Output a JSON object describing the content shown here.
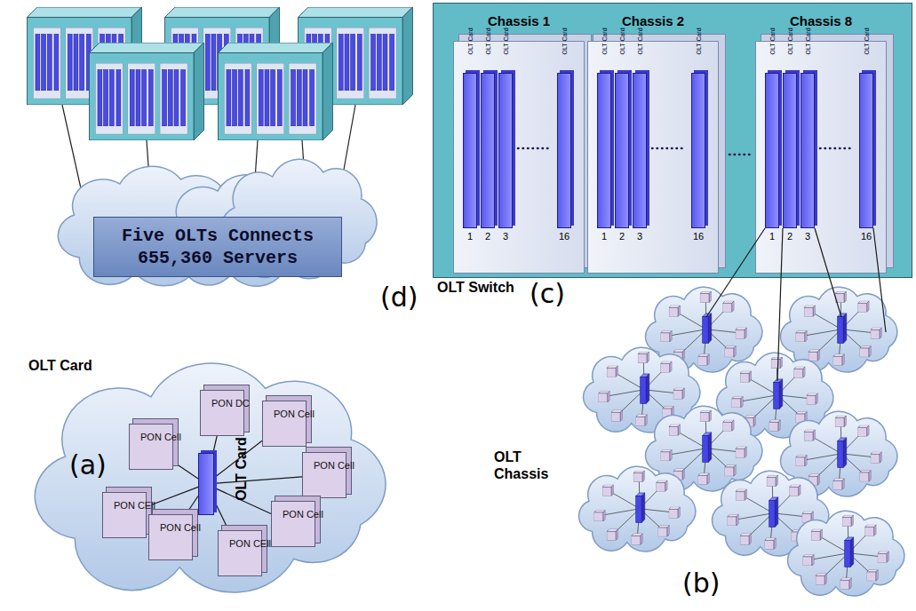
{
  "diagram": {
    "nodes": [
      {
        "text": [
          "Five OLTs Connects 655,360 Servers"
        ]
      },
      {
        "text": [
          "OLT Switch"
        ]
      },
      {
        "text": [
          "Chassis 1"
        ],
        "in": 1
      },
      {
        "text": [
          "OLT Card",
          "1"
        ],
        "in": 2
      },
      {
        "text": [
          "OLT Card",
          "2"
        ],
        "in": 2
      },
      {
        "text": [
          "OLT Card",
          "3"
        ],
        "in": 2
      },
      {
        "text": [
          "OLT Card",
          "16"
        ],
        "in": 2
      },
      {
        "text": [
          "Chassis 2"
        ],
        "in": 1
      },
      {
        "text": [
          "OLT Card",
          "1"
        ],
        "in": 7
      },
      {
        "text": [
          "OLT Card",
          "2"
        ],
        "in": 7
      },
      {
        "text": [
          "OLT Card",
          "3"
        ],
        "in": 7
      },
      {
        "text": [
          "OLT Card",
          "16"
        ],
        "in": 7
      },
      {
        "text": [
          "Chassis 8"
        ],
        "in": 1
      },
      {
        "text": [
          "OLT Card",
          "1"
        ],
        "in": 12
      },
      {
        "text": [
          "OLT Card",
          "2"
        ],
        "in": 12
      },
      {
        "text": [
          "OLT Card",
          "3"
        ],
        "in": 12
      },
      {
        "text": [
          "OLT Card",
          "16"
        ],
        "in": 12
      },
      {
        "text": [
          "OLT Card",
          "(a)"
        ]
      },
      {
        "text": [
          "OLT Card"
        ],
        "in": 17
      },
      {
        "text": [
          "PON DC"
        ],
        "in": 17
      },
      {
        "text": [
          "PON Cell"
        ],
        "in": 17
      },
      {
        "text": [
          "PON Cell"
        ],
        "in": 17
      },
      {
        "text": [
          "PON Cell"
        ],
        "in": 17
      },
      {
        "text": [
          "PON CEll"
        ],
        "in": 17
      },
      {
        "text": [
          "PON Cell"
        ],
        "in": 17
      },
      {
        "text": [
          "PON Cell"
        ],
        "in": 17
      },
      {
        "text": [
          "PON CEll"
        ],
        "in": 17
      }
    ],
    "edges": [
      {
        "from": 18,
        "to": 19,
        "arrow": "none"
      },
      {
        "from": 18,
        "to": 20,
        "arrow": "none"
      },
      {
        "from": 18,
        "to": 21,
        "arrow": "none"
      },
      {
        "from": 18,
        "to": 22,
        "arrow": "none"
      },
      {
        "from": 18,
        "to": 23,
        "arrow": "none"
      },
      {
        "from": 18,
        "to": 24,
        "arrow": "none"
      },
      {
        "from": 18,
        "to": 25,
        "arrow": "none"
      },
      {
        "from": 18,
        "to": 26,
        "arrow": "none"
      }
    ],
    "labels": [
      "(d)",
      "(c)",
      "OLT Chassis",
      "(b)"
    ]
  }
}
